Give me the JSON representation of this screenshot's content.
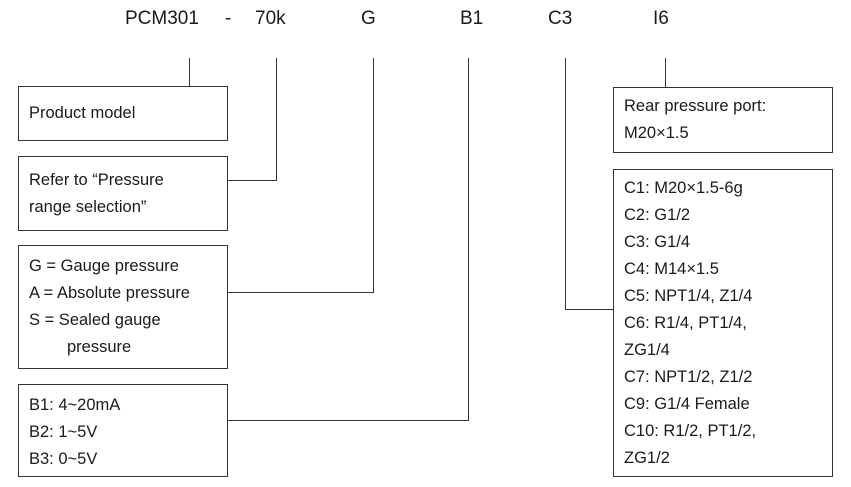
{
  "code": {
    "model": "PCM301",
    "dash": "-",
    "range": "70k",
    "type": "G",
    "output": "B1",
    "connection": "C3",
    "rear_port": "I6"
  },
  "boxes": {
    "product_model": "Product model",
    "range": [
      "Refer to “Pressure",
      "range selection”"
    ],
    "type": [
      "G = Gauge pressure",
      "A = Absolute pressure",
      "S = Sealed gauge",
      "pressure"
    ],
    "output": [
      "B1: 4~20mA",
      "B2: 1~5V",
      "B3: 0~5V"
    ],
    "rear": {
      "words": [
        "Rear",
        "pressure",
        "port:"
      ],
      "value": "M20×1.5"
    },
    "connection": [
      "C1: M20×1.5-6g",
      "C2: G1/2",
      "C3: G1/4",
      "C4: M14×1.5",
      "C5: NPT1/4, Z1/4",
      "C6: R1/4, PT1/4,",
      "ZG1/4",
      "C7: NPT1/2, Z1/2",
      "C9: G1/4 Female",
      "C10: R1/2, PT1/2,",
      "ZG1/2"
    ]
  }
}
